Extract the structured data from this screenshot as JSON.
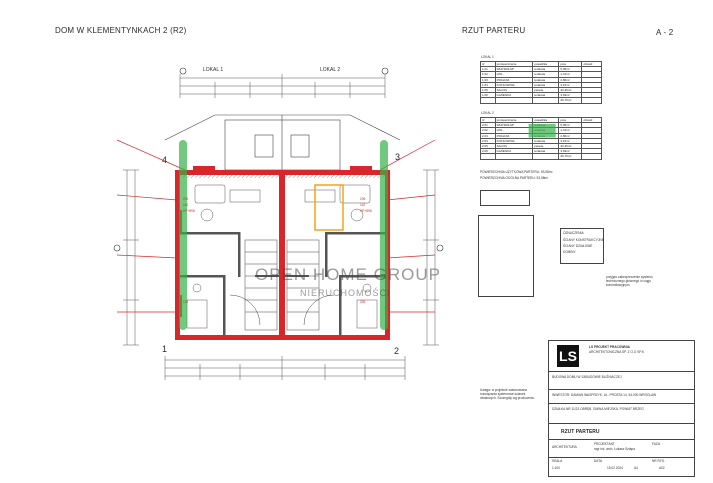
{
  "header": {
    "project_title": "DOM W KLEMENTYNKACH 2 (R2)",
    "sheet_title": "RZUT PARTERU",
    "sheet_number": "A - 2"
  },
  "plan": {
    "unit_left": "LOKAL 1",
    "unit_right": "LOKAL 2",
    "corners": [
      "1",
      "2",
      "3",
      "4"
    ],
    "room_markers": [
      "205",
      "142",
      "HP+898",
      "205",
      "142",
      "HP+898",
      "122",
      "205"
    ]
  },
  "room_tables": {
    "lokal1_title": "LOKAL 1",
    "lokal2_title": "LOKAL 2",
    "rows_count_hint": "",
    "header_cells": [
      "nr",
      "pomieszczenie",
      "posadzka",
      "pow.",
      "obwód"
    ],
    "lokal1_rows": [
      [
        "1.01",
        "WIATROŁAP",
        "terakota",
        "5,05m²",
        ""
      ],
      [
        "1.02",
        "HOL",
        "terakota",
        "1,41m²",
        ""
      ],
      [
        "1.03",
        "PRALNIA",
        "terakota",
        "2,80m²",
        ""
      ],
      [
        "1.04",
        "KOTŁOWNIA",
        "terakota",
        "3,15m²",
        ""
      ],
      [
        "1.05",
        "SALON",
        "panele",
        "30,45m²",
        ""
      ],
      [
        "1.06",
        "ŁAZIENKA",
        "terakota",
        "3,93m²",
        ""
      ]
    ],
    "lokal1_total": "46,79m²",
    "lokal2_rows": [
      [
        "2.01",
        "WIATROŁAP",
        "terakota",
        "5,05m²",
        ""
      ],
      [
        "2.02",
        "HOL",
        "terakota",
        "1,41m²",
        ""
      ],
      [
        "2.03",
        "PRALNIA",
        "terakota",
        "2,80m²",
        ""
      ],
      [
        "2.04",
        "KOTŁOWNIA",
        "terakota",
        "3,15m²",
        ""
      ],
      [
        "2.05",
        "SALON",
        "panele",
        "30,45m²",
        ""
      ],
      [
        "2.06",
        "ŁAZIENKA",
        "terakota",
        "3,93m²",
        ""
      ]
    ],
    "lokal2_total": "46,79m²"
  },
  "notes": {
    "area_line1": "POWIERZCHNIA UŻYTKOWA PARTERU: 93,58m²",
    "area_line2": "POWIERZCHNIA OGÓLNA PARTERU: 93,58m²",
    "legend_title": "OZNACZENIA:",
    "legend_1": "ŚCIANY KONSTRUKCYJNE",
    "legend_2": "ŚCIANY DZIAŁOWE",
    "legend_3": "KOMINY",
    "note_right": "przyjęto zabezpieczenie systemu technicznego głównego w ciągu komunikacyjnym",
    "note_bottom": "Uwaga: w projekcie zastosowano rozwiązania systemowe ścianek działowych. Szczegóły wg producenta."
  },
  "watermark": {
    "line1": "OPEN HOME GROUP",
    "line2": "NIERUCHOMOŚCI"
  },
  "title_block": {
    "logo": "LS",
    "firm_line1": "LS PROJEKT PRACOWNIA",
    "firm_line2": "ARCHITEKTONICZNA SP. Z O.O SP.K",
    "project_label": "BUDOWA DOMU W ZABUDOWIE BLIŹNIACZEJ",
    "address_label": "INWESTOR: DAMIAN WASPRZYK, UL. PROSTA 14, 54-000 WROCŁAW",
    "plot_label": "DZIAŁKA NR 11/23 OBRĘB, GMINA MIEJSKA, POWIAT BRZEG",
    "drawing_label": "RZUT PARTERU",
    "branch_label": "ARCHITEKTURA",
    "designer_label": "PROJEKTANT",
    "designer_name": "mgr inż. arch. Łukasz Szlapa",
    "scale_label": "SKALA",
    "scale_value": "1:100",
    "date_label": "DATA",
    "date_value": "15.02.2024",
    "format_label": "A4",
    "sheet_label": "NR RYS.",
    "sheet_value": "A02",
    "stage_label": "FAZA"
  },
  "colors": {
    "wall_red": "#d9262b",
    "watermark_green": "#35b24a",
    "highlight_orange": "#f2a41c",
    "line": "#3a3a3a"
  }
}
